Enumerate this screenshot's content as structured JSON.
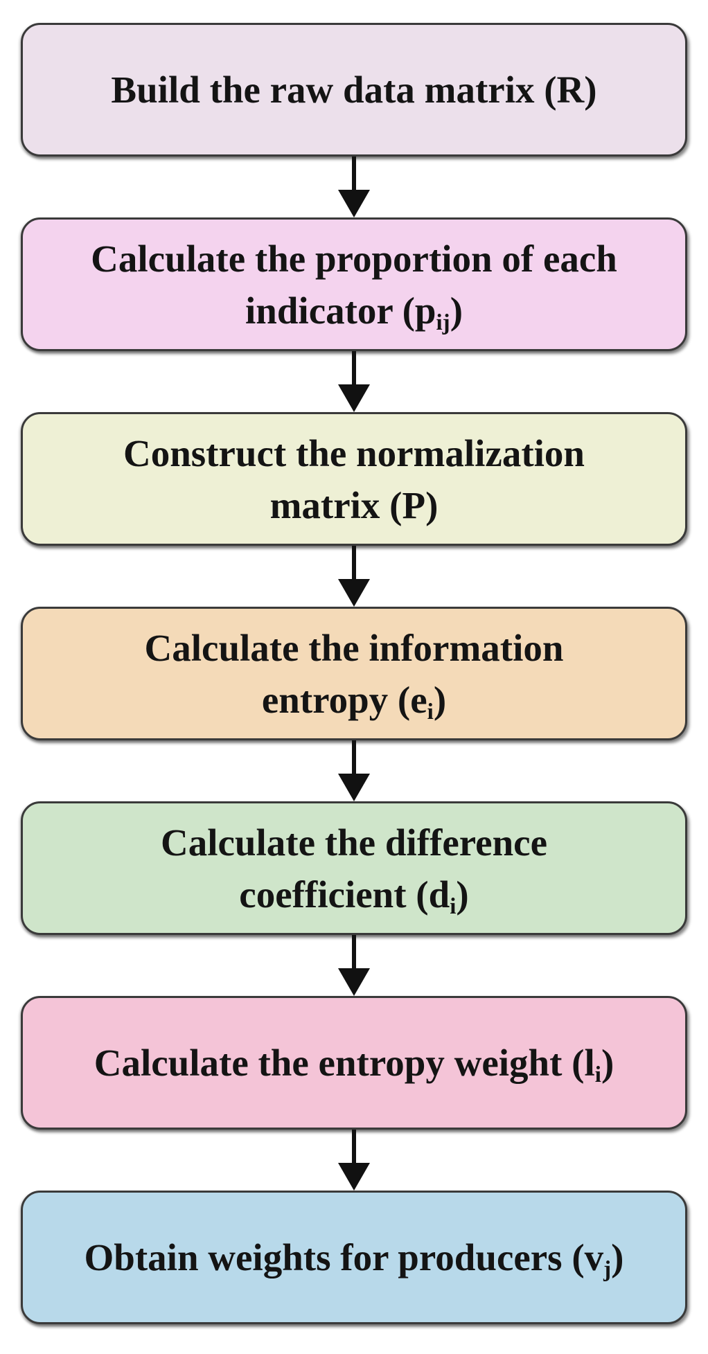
{
  "diagram": {
    "kind": "flowchart",
    "direction": "top-down",
    "background": "#ffffff",
    "border_color": "#3a3a3a",
    "text_color": "#141414"
  },
  "arrow": {
    "color": "#111111"
  },
  "steps": [
    {
      "full_text": "Build the raw data matrix (R)",
      "color": "#ece0eb",
      "lines": [
        {
          "pre": "Build the raw data matrix (R)",
          "sub": "",
          "post": ""
        }
      ]
    },
    {
      "full_text": "Calculate the proportion of each indicator (pij)",
      "color": "#f4d3ee",
      "lines": [
        {
          "pre": "Calculate the proportion of each",
          "sub": "",
          "post": ""
        },
        {
          "pre": "indicator (p",
          "sub": "ij",
          "post": ")"
        }
      ]
    },
    {
      "full_text": "Construct the normalization matrix (P)",
      "color": "#eef0d5",
      "lines": [
        {
          "pre": "Construct the normalization",
          "sub": "",
          "post": ""
        },
        {
          "pre": "matrix (P)",
          "sub": "",
          "post": ""
        }
      ]
    },
    {
      "full_text": "Calculate the information entropy (ei)",
      "color": "#f4dab8",
      "lines": [
        {
          "pre": "Calculate the information",
          "sub": "",
          "post": ""
        },
        {
          "pre": "entropy (e",
          "sub": "i",
          "post": ")"
        }
      ]
    },
    {
      "full_text": "Calculate the difference coefficient (di)",
      "color": "#cfe5ca",
      "lines": [
        {
          "pre": "Calculate the difference",
          "sub": "",
          "post": ""
        },
        {
          "pre": "coefficient (d",
          "sub": "i",
          "post": ")"
        }
      ]
    },
    {
      "full_text": "Calculate the entropy weight (li)",
      "color": "#f4c4d7",
      "lines": [
        {
          "pre": "Calculate the entropy weight (l",
          "sub": "i",
          "post": ")"
        }
      ]
    },
    {
      "full_text": "Obtain weights for producers (vj)",
      "color": "#b8d9ea",
      "lines": [
        {
          "pre": "Obtain weights for producers (v",
          "sub": "j",
          "post": ")"
        }
      ]
    }
  ]
}
